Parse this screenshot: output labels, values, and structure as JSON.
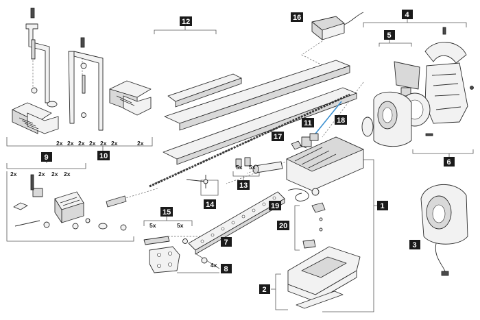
{
  "labels": {
    "p1": "1",
    "p2": "2",
    "p3": "3",
    "p4": "4",
    "p5": "5",
    "p6": "6",
    "p7": "7",
    "p8": "8",
    "p9": "9",
    "p10": "10",
    "p11": "11",
    "p12": "12",
    "p13": "13",
    "p14": "14",
    "p15": "15",
    "p16": "16",
    "p17": "17",
    "p18": "18",
    "p19": "19",
    "p20": "20"
  },
  "quantities": {
    "q2x": "2x",
    "q4x": "4x",
    "q5x": "5x"
  },
  "colors": {
    "label_bg": "#1a1a1a",
    "label_text": "#ffffff",
    "line": "#2a2a2a"
  }
}
